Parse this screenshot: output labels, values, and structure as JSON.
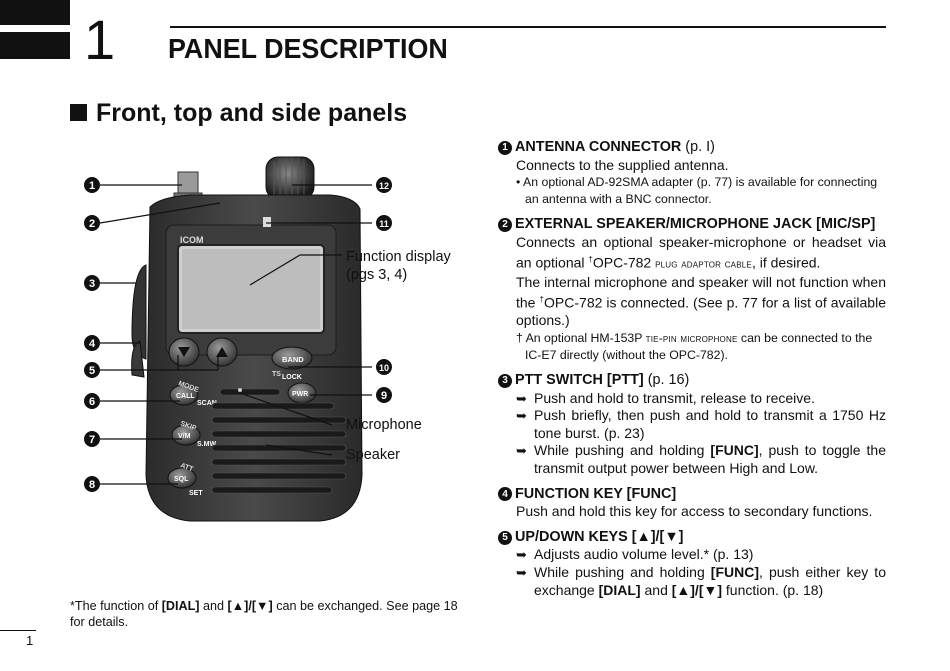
{
  "chapter": {
    "number": "1",
    "title": "PANEL DESCRIPTION"
  },
  "section": {
    "title": "Front, top and side panels"
  },
  "figure": {
    "callouts": [
      "1",
      "2",
      "3",
      "4",
      "5",
      "6",
      "7",
      "8",
      "9",
      "10",
      "11",
      "12"
    ],
    "labels": {
      "function_display_line1": "Function display",
      "function_display_line2": "(pgs 3, 4)",
      "microphone": "Microphone",
      "speaker": "Speaker"
    },
    "radio_text": {
      "brand": "ICOM",
      "mode": "MODE",
      "call": "CALL",
      "scan": "SCAN",
      "skip": "SKIP",
      "vm": "V/M",
      "smw": "S.MW",
      "att": "ATT",
      "sql": "SQL",
      "set": "SET",
      "band": "BAND",
      "ts": "TS",
      "lock": "LOCK",
      "pwr": "PWR"
    }
  },
  "items": [
    {
      "num": "1",
      "title": "ANTENNA CONNECTOR",
      "page": "(p. I)",
      "body": "Connects to the supplied antenna.",
      "note": "• An optional AD-92SMA adapter (p. 77) is available for connecting an antenna with a BNC connector."
    },
    {
      "num": "2",
      "title": "EXTERNAL SPEAKER/MICROPHONE JACK [MIC/SP]",
      "body_a": "Connects an optional speaker-microphone or headset via an optional ",
      "dagger": "†",
      "body_b": "OPC-782 ",
      "body_sc": "plug adaptor cable",
      "body_c": ", if desired.",
      "body2_a": "The internal microphone and speaker will not function when the ",
      "body2_b": "OPC-782 is connected. (See p. 77 for a list of available options.)",
      "note_a": "† An optional HM-153P ",
      "note_sc": "tie-pin microphone",
      "note_b": " can be connected to the IC-E7 directly (without the OPC-782)."
    },
    {
      "num": "3",
      "title": "PTT SWITCH [PTT]",
      "page": "(p. 16)",
      "b1": "Push and hold to transmit, release to receive.",
      "b2": "Push briefly, then push and hold to transmit a 1750 Hz tone burst. (p. 23)",
      "b3a": "While pushing and holding ",
      "b3b": "[FUNC]",
      "b3c": ", push to toggle the transmit output power between High and Low."
    },
    {
      "num": "4",
      "title": "FUNCTION KEY [FUNC]",
      "body": "Push and hold this key for access to secondary functions."
    },
    {
      "num": "5",
      "title": "UP/DOWN KEYS [▲]/[▼]",
      "b1": "Adjusts audio volume level.* (p. 13)",
      "b2a": "While pushing and holding ",
      "b2b": "[FUNC]",
      "b2c": ", push either key to exchange ",
      "b2d": "[DIAL]",
      "b2e": " and ",
      "b2f": "[▲]/[▼]",
      "b2g": " function. (p. 18)"
    }
  ],
  "arrow_glyph": "➥",
  "footnote": {
    "a": "*The function of ",
    "b": "[DIAL]",
    "c": " and ",
    "d": "[▲]/[▼]",
    "e": " can be exchanged. See page 18 for details."
  },
  "page_number": "1"
}
